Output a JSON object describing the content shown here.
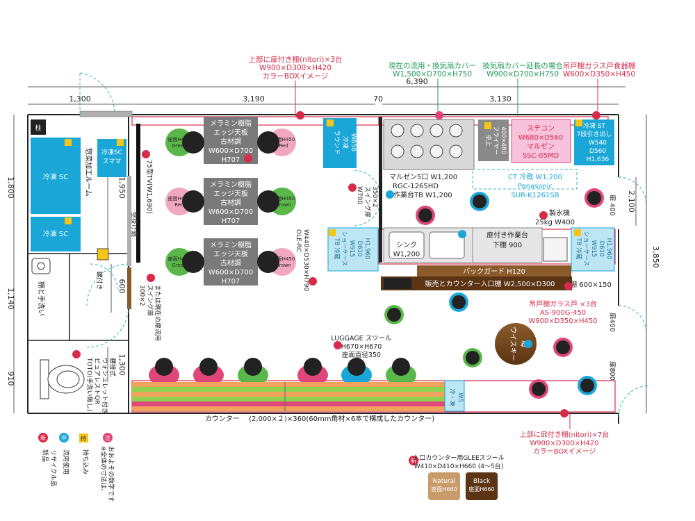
{
  "dimensions": {
    "total_width": "6,390",
    "w1300_top": "1,300",
    "w3190": "3,190",
    "w70": "70",
    "w3130": "3,130",
    "h1800": "1,800",
    "h1950": "1,950",
    "h600": "600",
    "h1140": "1,140",
    "h1300": "1,300",
    "h910": "910",
    "h2100": "2,100",
    "h3850": "3,850"
  },
  "annotations": {
    "top_shelf": [
      "上部に扉付き棚(nitori)×3台",
      "W900×D300×H420",
      "カラーBOXイメージ"
    ],
    "current_sink_hood": [
      "現在の流用・換気扇カバー",
      "W1,500×D700×H750"
    ],
    "hood_extension": [
      "換気扇カバー延長の場合",
      "W900×D700×H750"
    ],
    "hanging_glass_cabinet": [
      "吊戸棚ガラス戸食器棚",
      "W600×D350×H450"
    ],
    "hanging_glass_x3": [
      "吊戸棚ガラス戸 ×3台",
      "AS-900G-450",
      "W900×D350×H450"
    ],
    "bottom_shelf": [
      "上部に扉付き棚(nitori)×7台",
      "W900×D300×H420",
      "カラーBOXイメージ"
    ],
    "glee_stool": [
      "入口カウンター用GLEEスツール",
      "W410×D410×H660 (4～5台)"
    ],
    "note": [
      "※全体の寸法は、",
      "おおよその数字です"
    ]
  },
  "rooms": {
    "pillar": "柱",
    "freezer_sc": "冷凍 SC",
    "freezer_sc2": "冷凍 SC",
    "freezer_sc_small": [
      "冷凍SC",
      "スママ"
    ],
    "prep_room": "惣菜加工ルーム",
    "hand_wash": "棚と手洗い",
    "toilet": [
      "TOTO(手洗い無し)",
      "ピュアレストQR",
      "ウォシュレット付き",
      "腰掛式"
    ],
    "bolt": "鍵付き"
  },
  "tables": [
    {
      "lines": [
        "メラミン樹脂",
        "エッジ天板",
        "古材調",
        "W600×D700",
        "H707"
      ]
    },
    {
      "lines": [
        "メラミン樹脂",
        "エッジ天板",
        "古材調",
        "W600×D700",
        "H707"
      ]
    },
    {
      "lines": [
        "メラミン樹脂",
        "エッジ天板",
        "古材調",
        "W600×D700",
        "H707"
      ]
    }
  ],
  "seats": {
    "green": [
      "座面H450",
      "Green"
    ],
    "red": [
      "座面H450",
      "Red"
    ],
    "brown": [
      "座面H450",
      "Brown"
    ]
  },
  "equipment": {
    "tv": "75型TV(W1,690)",
    "wall_mirror": "壁掛け鏡",
    "round_freezer": [
      "ラウンド",
      "冷凍",
      "W650"
    ],
    "stove": [
      "マルゼン5口 W1,200",
      "RGC-1265HD",
      "作業台TB W1,200"
    ],
    "fryer": [
      "卓上",
      "フライヤー",
      "400×480"
    ],
    "steam_convection": [
      "スチコン",
      "W680×D560",
      "マルゼン",
      "SSC-05MD"
    ],
    "freezer_st": [
      "冷凍 ST",
      "7段引き出し",
      "W540",
      "D560",
      "H1,636"
    ],
    "ct_fridge": [
      "CT 冷蔵 W1,200",
      "Panasonic",
      "SUR-K1261SB"
    ],
    "swing_door": [
      "W700",
      "スイング扉",
      "350×2"
    ],
    "ice_machine": [
      "製氷機",
      "25kg W400"
    ],
    "tb_showcase_left": [
      "TB 冷蔵",
      "ショーケース",
      "W915",
      "D610",
      "H1,960"
    ],
    "tb_showcase_right": [
      "TB 冷蔵",
      "ショーケース",
      "W915",
      "D610",
      "H1,960"
    ],
    "sink": [
      "シンク",
      "W1,200"
    ],
    "work_table_door": [
      "扉付き作業台",
      "下棚 900"
    ],
    "backguard": "バックガード H120",
    "sales_counter": "販売とカウンター入口棚 W2,500×D300",
    "shelf_600": "棚 600×150",
    "door_400_top": "扉 400",
    "door_400_mid": "扉400",
    "door_800": "扉800",
    "ole_rc": [
      "OLE-RC",
      "W440×D530×H790"
    ],
    "door_300": [
      "300×2",
      "スイング扉",
      "または現在の扉流用"
    ],
    "whiskey": [
      "ウイスキー",
      "樽"
    ],
    "luggage_stool": [
      "LUGGAGE スツール",
      "H670×H670",
      "座面直径350"
    ],
    "counter": "カウンター　 (2,000×２)×360(60mm角材×6本で構成したカウンター)",
    "cold_ws": [
      "冷・凍",
      "WS"
    ]
  },
  "legend": {
    "note_badge": "注",
    "carry_badge": "持",
    "reuse_badge": "中",
    "new_badge": "新",
    "carry": "持ち込み",
    "reuse": "流用使用",
    "recycle": "リサイクル品",
    "new": "新品"
  },
  "stool_samples": [
    {
      "name": "Natural",
      "sub": "座面H660"
    },
    {
      "name": "Black",
      "sub": "座面H660"
    }
  ],
  "colors": {
    "outline_red": "#d72b4a",
    "cyan": "#1aa7d8",
    "green_dim": "#1e9a5a",
    "pink_label": "#e0457b",
    "grey_table": "#7a7a7a",
    "brown": "#7a4a1f"
  }
}
